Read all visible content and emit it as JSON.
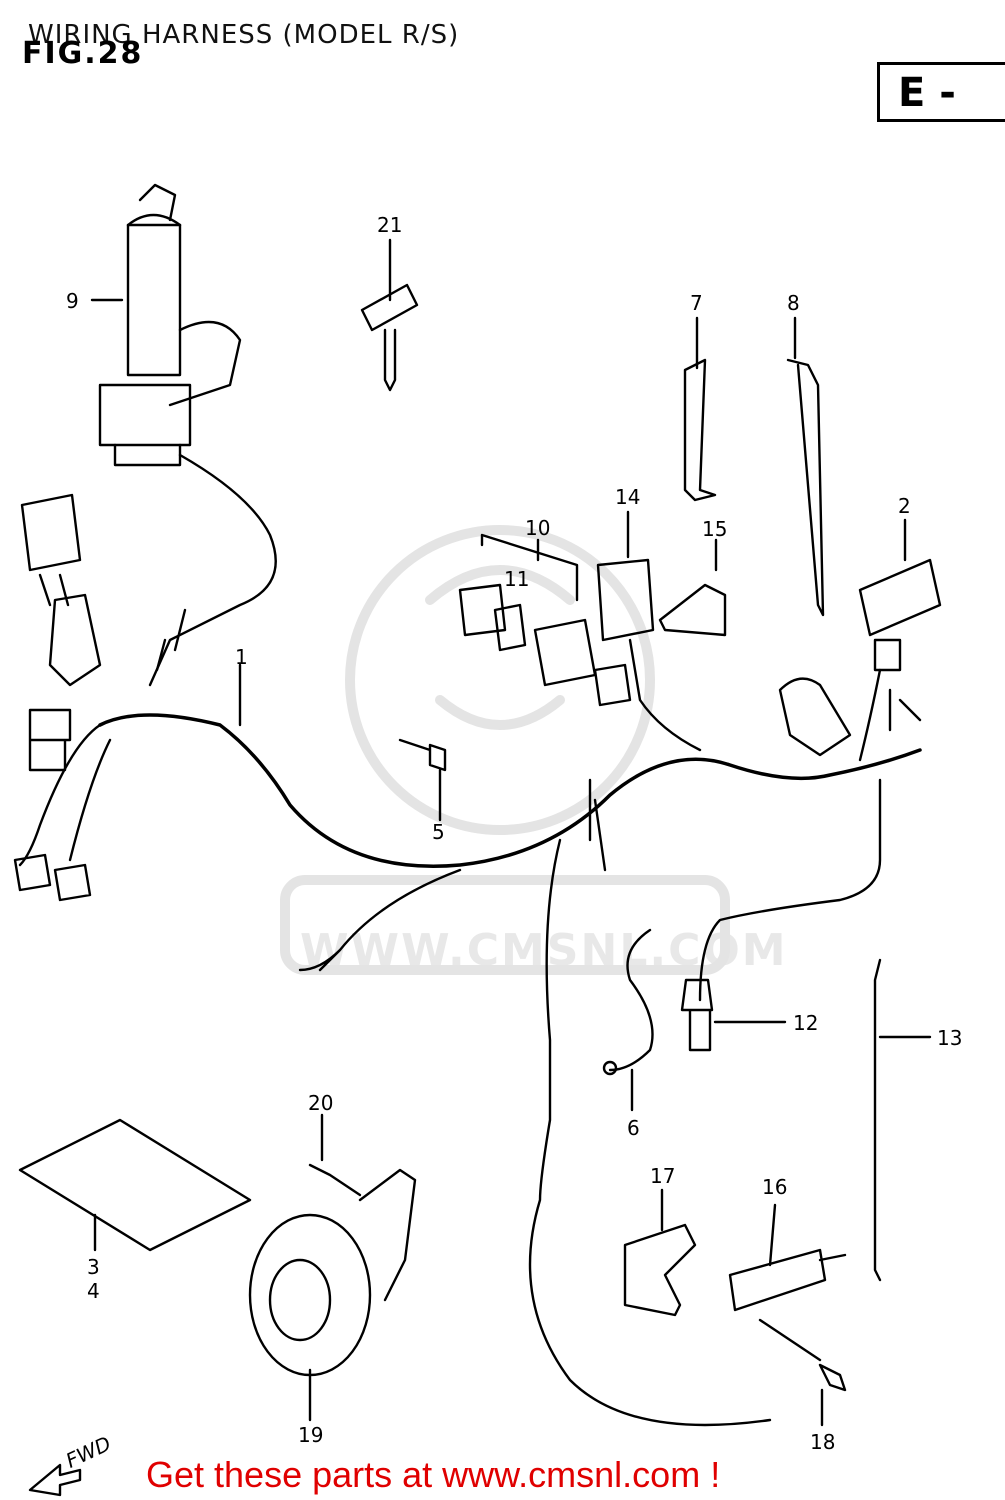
{
  "header": {
    "title": "WIRING HARNESS (MODEL R/S)",
    "figure": "FIG.28",
    "section_box": "E -"
  },
  "watermark": {
    "url": "WWW.CMSNL.COM"
  },
  "callouts": {
    "p1": "1",
    "p2": "2",
    "p3": "3",
    "p4": "4",
    "p5": "5",
    "p6": "6",
    "p7": "7",
    "p8": "8",
    "p9": "9",
    "p10": "10",
    "p11": "11",
    "p12": "12",
    "p13": "13",
    "p14": "14",
    "p15": "15",
    "p16": "16",
    "p17": "17",
    "p18": "18",
    "p19": "19",
    "p20": "20",
    "p21": "21"
  },
  "direction_label": "FWD",
  "footer": {
    "text": "Get these parts at www.cmsnl.com !"
  }
}
